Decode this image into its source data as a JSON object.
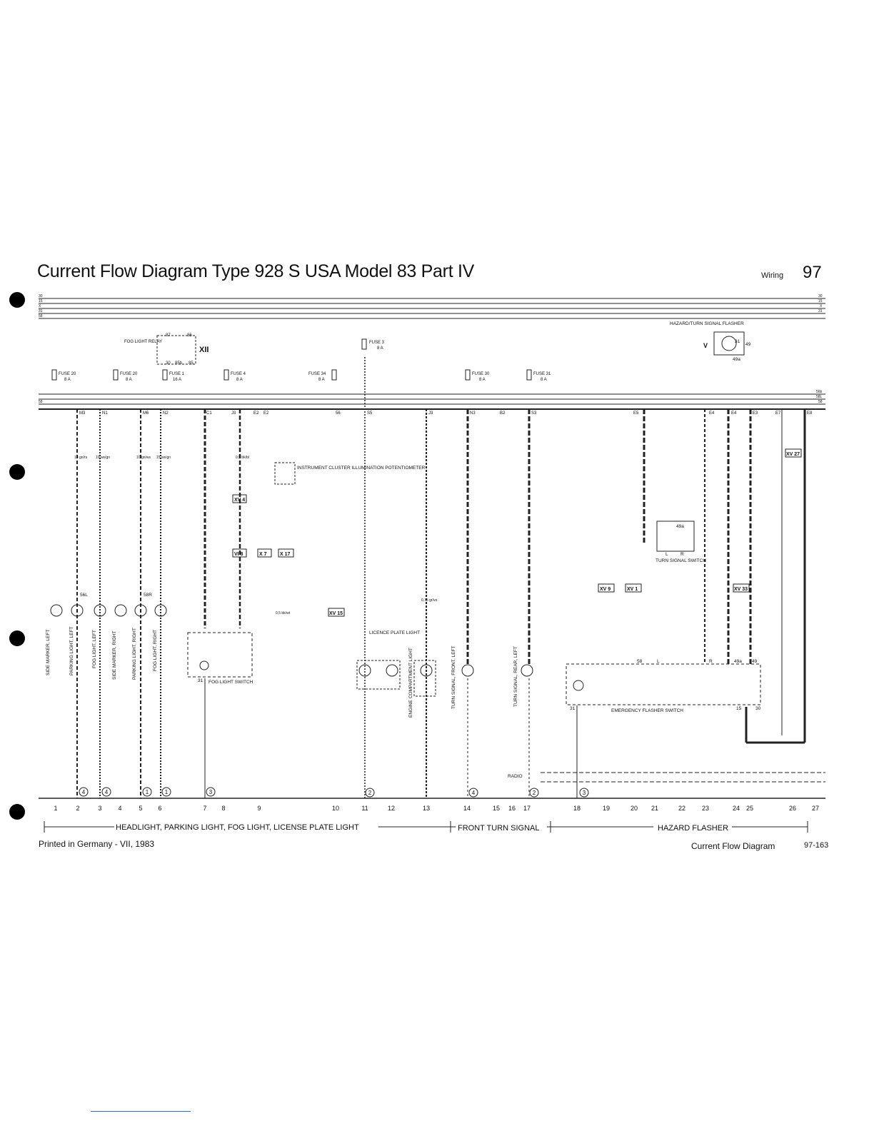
{
  "header": {
    "title": "Current Flow Diagram Type 928 S USA  Model 83 Part IV",
    "section": "Wiring",
    "page_number": "97"
  },
  "bus_lines": [
    "30",
    "15",
    "X",
    "31",
    "58"
  ],
  "sub_bus_lines": [
    "56b",
    "58L",
    "58"
  ],
  "relay": {
    "name": "FOG LIGHT RELAY",
    "roman": "XII",
    "terminals": [
      "87",
      "86",
      "30",
      "85b",
      "85"
    ]
  },
  "fuses": [
    {
      "label": "FUSE 20",
      "rating": "8 A"
    },
    {
      "label": "FUSE 20",
      "rating": "8 A"
    },
    {
      "label": "FUSE 1",
      "rating": "16 A"
    },
    {
      "label": "FUSE 4",
      "rating": "8 A"
    },
    {
      "label": "FUSE 3",
      "rating": "8 A"
    },
    {
      "label": "FUSE 34",
      "rating": "8 A"
    },
    {
      "label": "FUSE 30",
      "rating": "8 A"
    },
    {
      "label": "FUSE 31",
      "rating": "8 A"
    }
  ],
  "connectors": [
    "M3",
    "N1",
    "M6",
    "N2",
    "C1",
    "J3",
    "E2",
    "E2",
    "56",
    "S5",
    "J3",
    "N3",
    "B2",
    "S3",
    "E5",
    "E4",
    "E4",
    "E3",
    "E7",
    "E8"
  ],
  "components": {
    "instrument_cluster": "INSTRUMENT CLUSTER ILLUMINATION POTENTIOMETER",
    "fog_light_switch": "FOG LIGHT SWITCH",
    "licence_plate": "LICENCE PLATE LIGHT",
    "engine_compartment": "ENGINE COMPARTMENT LIGHT",
    "turn_front_left": "TURN SIGNAL, FRONT, LEFT",
    "turn_rear_left": "TURN SIGNAL, REAR, LEFT",
    "turn_signal_switch": "TURN SIGNAL SWITCH",
    "hazard_flasher": "HAZARD/TURN SIGNAL FLASHER",
    "emergency_switch": "EMERGENCY FLASHER SWITCH",
    "radio": "RADIO",
    "side_marker_left": "SIDE MARKER, LEFT",
    "parking_left": "PARKING LIGHT, LEFT",
    "fog_left": "FOG LIGHT, LEFT",
    "side_marker_right": "SIDE MARKER, RIGHT",
    "parking_right": "PARKING LIGHT, RIGHT",
    "fog_right": "FOG LIGHT, RIGHT"
  },
  "terminal_labels": {
    "t56l": "56L",
    "t58r": "58R",
    "t31": "31",
    "t49": "49",
    "t49a": "49a",
    "L": "L",
    "R": "R",
    "t15": "15",
    "t30": "30",
    "t58": "58",
    "t49a2": "49a",
    "t31b": "31",
    "t49b": "49",
    "roman_v": "V"
  },
  "cross_refs": [
    "XV 4",
    "VI 8",
    "X 7",
    "X 17",
    "XV 15",
    "XV 27",
    "XV 9",
    "XV 1",
    "XV 33"
  ],
  "wire_specs": [
    "10 gn/rs",
    "10 ws/gn",
    "10 gn/ws",
    "15 ws/gn",
    "0,5 bk/wt",
    "0,5 bk/bl",
    "0,75 gr/vo"
  ],
  "ground_points": [
    "4",
    "4",
    "1",
    "1",
    "3",
    "2",
    "4",
    "2",
    "3"
  ],
  "column_numbers": [
    "1",
    "2",
    "3",
    "4",
    "5",
    "6",
    "7",
    "8",
    "9",
    "10",
    "11",
    "12",
    "13",
    "14",
    "15",
    "16",
    "17",
    "18",
    "19",
    "20",
    "21",
    "22",
    "23",
    "24",
    "25",
    "26",
    "27"
  ],
  "section_labels": {
    "a": "HEADLIGHT, PARKING LIGHT, FOG LIGHT, LICENSE PLATE LIGHT",
    "b": "FRONT TURN SIGNAL",
    "c": "HAZARD FLASHER"
  },
  "footer": {
    "printed": "Printed in Germany - VII, 1983",
    "doc_title": "Current Flow Diagram",
    "code": "97-163"
  }
}
